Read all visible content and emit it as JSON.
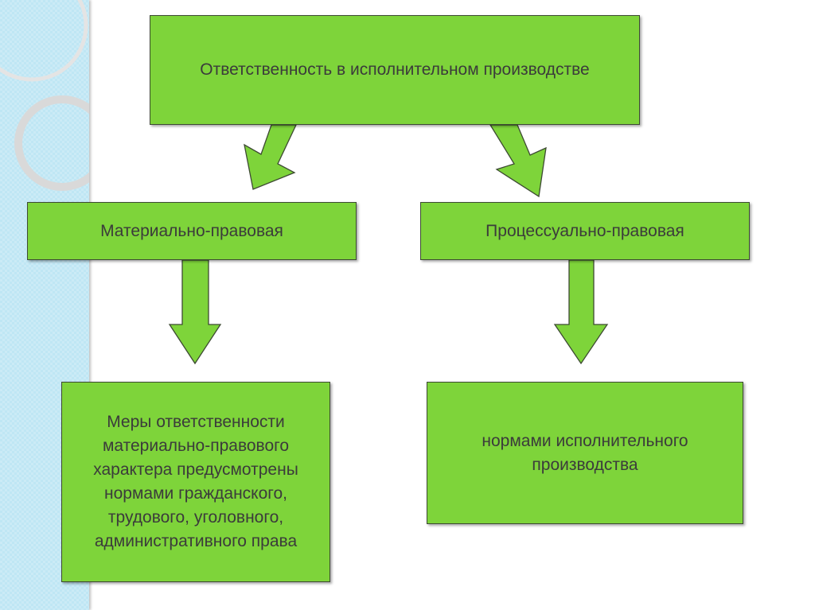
{
  "diagram": {
    "top_box": {
      "label": "Ответственность в исполнительном производстве"
    },
    "left_box": {
      "label": "Материально-правовая"
    },
    "right_box": {
      "label": "Процессуально-правовая"
    },
    "left_detail": {
      "lines": [
        "Меры ответственности",
        "материально-правового",
        "характера предусмотрены",
        "нормами гражданского,",
        "трудового, уголовного,",
        "административного права"
      ]
    },
    "right_detail": {
      "lines": [
        "нормами исполнительного",
        "производства"
      ]
    }
  },
  "colors": {
    "box_fill": "#7ed43a",
    "box_border": "#3d4a33",
    "text": "#3b3b3b",
    "side_strip": "#bfe6f4"
  }
}
